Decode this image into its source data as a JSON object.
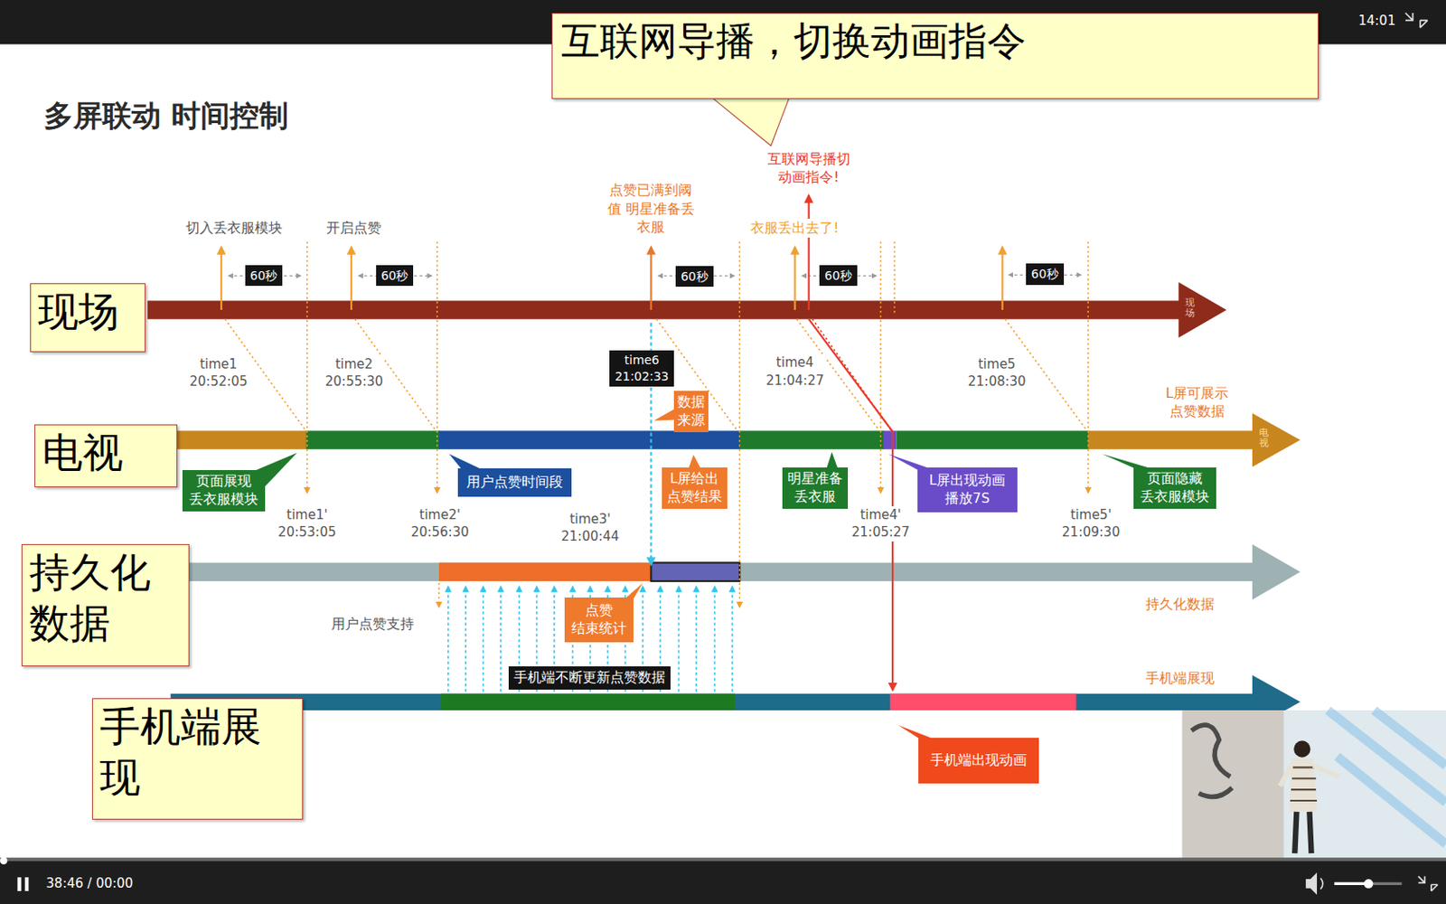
{
  "diagram": {
    "title": "多屏联动 时间控制",
    "nodes": [
      {
        "text": [
          "互联网导播，切换动画指令"
        ]
      },
      {
        "text": [
          "60秒"
        ]
      },
      {
        "text": [
          "60秒"
        ]
      },
      {
        "text": [
          "60秒"
        ]
      },
      {
        "text": [
          "60秒"
        ]
      },
      {
        "text": [
          "60秒"
        ]
      },
      {
        "text": [
          "现场"
        ]
      },
      {
        "text": [
          "time6 21:02:33"
        ]
      },
      {
        "text": [
          "数据 来源"
        ]
      },
      {
        "text": [
          "电视"
        ]
      },
      {
        "text": [
          "页面展现 丢衣服模块"
        ]
      },
      {
        "text": [
          "用户点赞时间段"
        ]
      },
      {
        "text": [
          "L屏给出 点赞结果"
        ]
      },
      {
        "text": [
          "明星准备 丢衣服"
        ]
      },
      {
        "text": [
          "L屏出现动画 播放7S"
        ]
      },
      {
        "text": [
          "页面隐藏 丢衣服模块"
        ]
      },
      {
        "text": [
          "持久化数据"
        ]
      },
      {
        "text": [
          "点赞 结束统计"
        ]
      },
      {
        "text": [
          "手机端不断更新点赞数据"
        ]
      },
      {
        "text": [
          "手机端展现"
        ]
      },
      {
        "text": [
          "手机端出现动画"
        ]
      }
    ],
    "labels": [
      "14:01",
      "切入丢衣服模块",
      "开启点赞",
      "点赞已满到阈值 明星准备丢衣服",
      "互联网导播切动画指令!",
      "衣服丢出去了!",
      "现场",
      "time1 20:52:05",
      "time2 20:55:30",
      "time4 21:04:27",
      "time5 21:08:30",
      "L屏可展示 点赞数据",
      "电视",
      "time1' 20:53:05",
      "time2' 20:56:30",
      "time3' 21:00:44",
      "time4' 21:05:27",
      "time5' 21:09:30",
      "用户点赞支持",
      "持久化数据",
      "手机端展现",
      "38:46 / 00:00"
    ]
  }
}
